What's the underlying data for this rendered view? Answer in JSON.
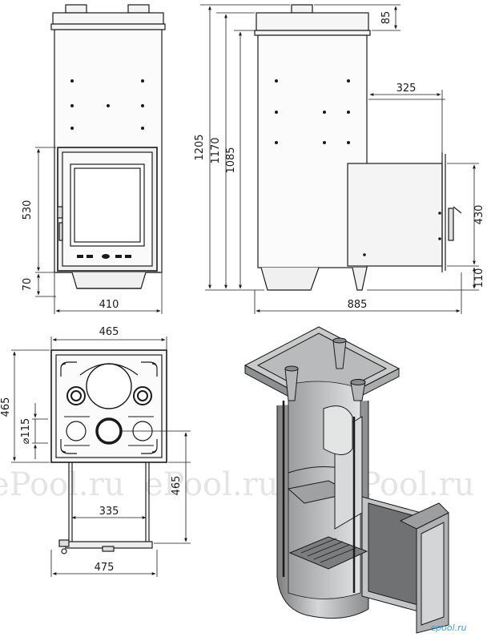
{
  "dimensions": {
    "front_width": "410",
    "front_door_height": "530",
    "front_base_height": "70",
    "side_top": "85",
    "side_offset": "325",
    "side_total_height": "1205",
    "side_height_1170": "1170",
    "side_height_1085": "1085",
    "side_box_height": "430",
    "side_box_base": "110",
    "side_total_depth": "885",
    "top_width": "465",
    "top_depth": "465",
    "top_pipe_diameter": "⌀115",
    "top_depth_lower": "465",
    "top_rail_width": "335",
    "top_total_width": "475"
  },
  "watermarks": [
    "ePool.ru",
    "ePool.ru",
    "ePool.ru"
  ],
  "brand": "epool.ru"
}
